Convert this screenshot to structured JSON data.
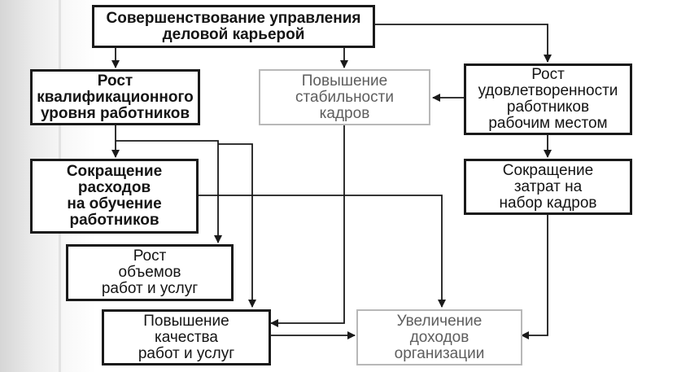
{
  "diagram": {
    "nodes": {
      "career_management": {
        "label": "Совершенствование управления\nделовой карьерой"
      },
      "qualification_growth": {
        "label": "Рост\nквалификационного\nуровня работников"
      },
      "staff_stability": {
        "label": "Повышение\nстабильности\nкадров"
      },
      "workplace_satisfaction": {
        "label": "Рост\nудовлетворенности\nработников\nрабочим местом"
      },
      "training_cost_reduction": {
        "label": "Сокращение\nрасходов\nна обучение\nработников"
      },
      "recruitment_cost_reduction": {
        "label": "Сокращение\nзатрат на\nнабор кадров"
      },
      "volume_growth": {
        "label": "Рост\nобъемов\nработ и услуг"
      },
      "quality_improvement": {
        "label": "Повышение\nкачества\nработ и услуг"
      },
      "income_increase": {
        "label": "Увеличение\nдоходов\nорганизации"
      }
    },
    "edges": [
      {
        "from": "career_management",
        "to": "qualification_growth"
      },
      {
        "from": "career_management",
        "to": "staff_stability"
      },
      {
        "from": "career_management",
        "to": "workplace_satisfaction"
      },
      {
        "from": "workplace_satisfaction",
        "to": "staff_stability"
      },
      {
        "from": "workplace_satisfaction",
        "to": "recruitment_cost_reduction"
      },
      {
        "from": "qualification_growth",
        "to": "training_cost_reduction"
      },
      {
        "from": "qualification_growth",
        "to": "volume_growth"
      },
      {
        "from": "qualification_growth",
        "to": "quality_improvement"
      },
      {
        "from": "training_cost_reduction",
        "to": "income_increase"
      },
      {
        "from": "staff_stability",
        "to": "quality_improvement"
      },
      {
        "from": "recruitment_cost_reduction",
        "to": "income_increase"
      },
      {
        "from": "quality_improvement",
        "to": "income_increase"
      }
    ],
    "colors": {
      "line": "#1a1a1a",
      "border": "#1a1a1a",
      "border_faded": "#b8b8b8",
      "text_faded": "#5e5e5e"
    }
  }
}
